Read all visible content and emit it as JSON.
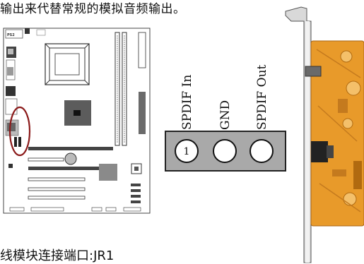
{
  "caption_top": "输出来代替常规的模拟音频输出。",
  "caption_bottom": "线模块连接端口:JR1",
  "header": {
    "pins": [
      {
        "label": "SPDIF In",
        "number": "1"
      },
      {
        "label": "GND",
        "number": ""
      },
      {
        "label": "SPDIF Out",
        "number": ""
      }
    ]
  },
  "motherboard": {
    "board_label": "PS2"
  },
  "colors": {
    "highlight": "#8b1a1a",
    "header_fill": "#a9a9a9",
    "bracket_pcb": "#e89a2a"
  }
}
